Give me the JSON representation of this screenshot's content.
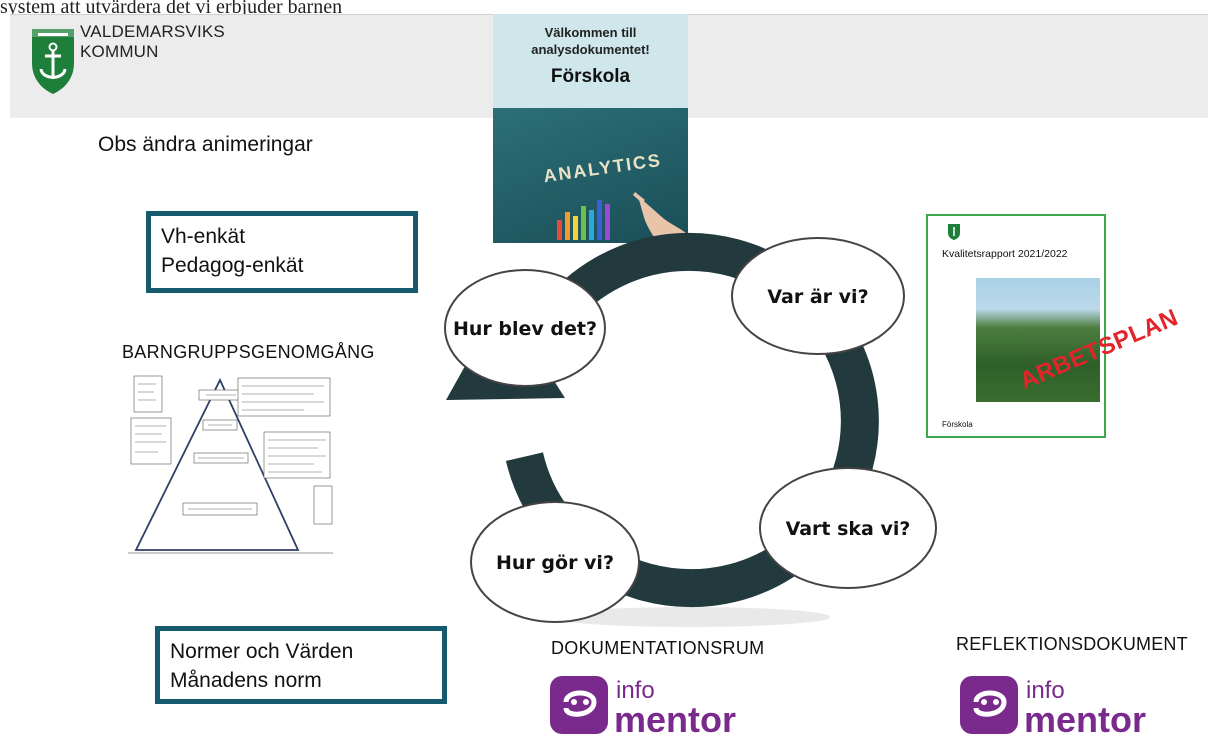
{
  "top_caption": "system att utvärdera det vi erbjuder barnen",
  "header": {
    "org_line1": "VALDEMARSVIKS",
    "org_line2": "KOMMUN",
    "logo_icon": "anchor-shield-icon"
  },
  "note": "Obs ändra animeringar",
  "survey_box": {
    "line1": "Vh-enkät",
    "line2": "Pedagog-enkät"
  },
  "group_review": {
    "title": "BARNGRUPPSGENOMGÅNG"
  },
  "norms_box": {
    "line1": "Normer och Värden",
    "line2": "Månadens norm"
  },
  "poster": {
    "welcome": "Välkommen till analysdokumentet!",
    "subtitle": "Förskola",
    "image_word": "ANALYTICS"
  },
  "cycle": {
    "stage_1": "Var är vi?",
    "stage_2": "Vart ska vi?",
    "stage_3": "Hur gör vi?",
    "stage_4": "Hur blev det?"
  },
  "report": {
    "title": "Kvalitetsrapport 2021/2022",
    "footer": "Förskola",
    "stamp": "ARBETSPLAN"
  },
  "documentation": {
    "label": "DOKUMENTATIONSRUM",
    "logo_word1": "info",
    "logo_word2": "mentor"
  },
  "reflection": {
    "label": "REFLEKTIONSDOKUMENT",
    "logo_word1": "info",
    "logo_word2": "mentor"
  },
  "colors": {
    "box_border": "#155a6e",
    "mentor_purple": "#7a2a8c",
    "stamp_red": "#e3242b",
    "report_border": "#3aa84c"
  }
}
